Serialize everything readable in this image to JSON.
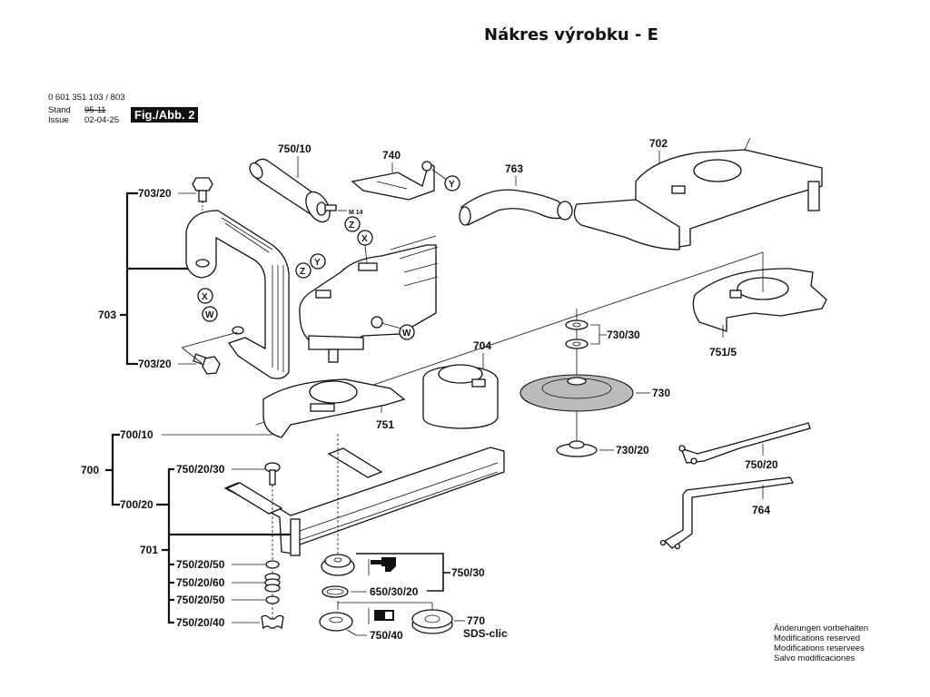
{
  "header": {
    "title": "Nákres výrobku - E",
    "doc_number": "0 601 351 103 / 803",
    "stand_label": "Stand",
    "issue_label": "Issue",
    "stand_value": "95-11",
    "issue_value": "02-04-25",
    "figure_label": "Fig./Abb. 2"
  },
  "parts": {
    "p703_20_top": "703/20",
    "p703": "703",
    "p703_20_bottom": "703/20",
    "p750_10": "750/10",
    "m14": "M 14",
    "p740": "740",
    "p763": "763",
    "p702": "702",
    "p751_5": "751/5",
    "p704": "704",
    "p730_30": "730/30",
    "p730": "730",
    "p730_20": "730/20",
    "p751": "751",
    "p700": "700",
    "p700_10": "700/10",
    "p700_20": "700/20",
    "p701": "701",
    "p750_20_30": "750/20/30",
    "p750_20_50a": "750/20/50",
    "p750_20_60": "750/20/60",
    "p750_20_50b": "750/20/50",
    "p750_20_40": "750/20/40",
    "p750_30": "750/30",
    "p650_30_20": "650/30/20",
    "p750_40": "750/40",
    "p770": "770",
    "sds": "SDS-clic",
    "p750_20": "750/20",
    "p764": "764"
  },
  "markers": {
    "x_bracket": "X",
    "w_bracket": "W",
    "z_handle": "Z",
    "y_bracket": "Y",
    "x_tool": "X",
    "z_tool": "Z",
    "y_tool": "Y",
    "w_tool": "W"
  },
  "notes": [
    "Änderungen vorbehalten",
    "Modifications reserved",
    "Modifications reservees",
    "Salvo modificaciones"
  ]
}
